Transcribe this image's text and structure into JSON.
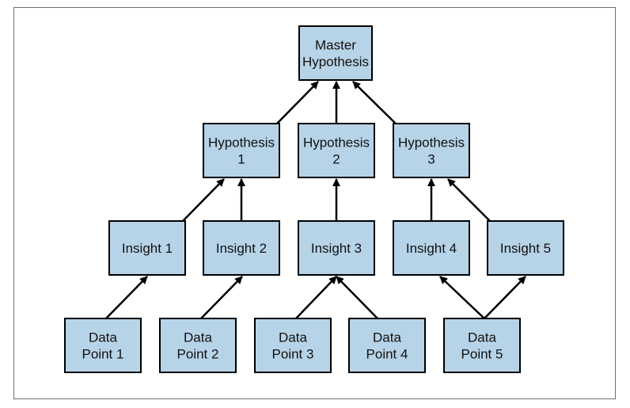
{
  "diagram": {
    "nodes": [
      {
        "id": "master",
        "lines": [
          "Master",
          "Hypothesis"
        ]
      },
      {
        "id": "h1",
        "lines": [
          "Hypothesis",
          "1"
        ]
      },
      {
        "id": "h2",
        "lines": [
          "Hypothesis",
          "2"
        ]
      },
      {
        "id": "h3",
        "lines": [
          "Hypothesis",
          "3"
        ]
      },
      {
        "id": "i1",
        "lines": [
          "Insight 1"
        ]
      },
      {
        "id": "i2",
        "lines": [
          "Insight 2"
        ]
      },
      {
        "id": "i3",
        "lines": [
          "Insight 3"
        ]
      },
      {
        "id": "i4",
        "lines": [
          "Insight 4"
        ]
      },
      {
        "id": "i5",
        "lines": [
          "Insight 5"
        ]
      },
      {
        "id": "d1",
        "lines": [
          "Data",
          "Point 1"
        ]
      },
      {
        "id": "d2",
        "lines": [
          "Data",
          "Point 2"
        ]
      },
      {
        "id": "d3",
        "lines": [
          "Data",
          "Point 3"
        ]
      },
      {
        "id": "d4",
        "lines": [
          "Data",
          "Point 4"
        ]
      },
      {
        "id": "d5",
        "lines": [
          "Data",
          "Point 5"
        ]
      }
    ],
    "edges": [
      {
        "from": "h1",
        "to": "master"
      },
      {
        "from": "h2",
        "to": "master"
      },
      {
        "from": "h3",
        "to": "master"
      },
      {
        "from": "i1",
        "to": "h1"
      },
      {
        "from": "i2",
        "to": "h1"
      },
      {
        "from": "i3",
        "to": "h2"
      },
      {
        "from": "i4",
        "to": "h3"
      },
      {
        "from": "i5",
        "to": "h3"
      },
      {
        "from": "d1",
        "to": "i1"
      },
      {
        "from": "d2",
        "to": "i2"
      },
      {
        "from": "d3",
        "to": "i3"
      },
      {
        "from": "d4",
        "to": "i3"
      },
      {
        "from": "d5",
        "to": "i4"
      },
      {
        "from": "d5",
        "to": "i5"
      }
    ]
  }
}
